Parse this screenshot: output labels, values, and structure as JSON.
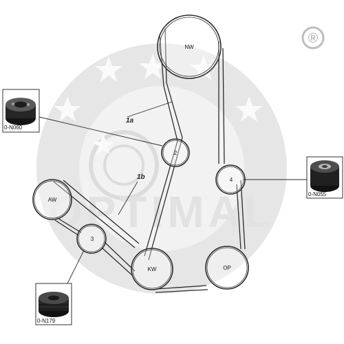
{
  "registered_mark": "®",
  "watermark": {
    "stars": 6,
    "brand_text": "OPTIMAL"
  },
  "pulleys": [
    {
      "id": "nw",
      "label": "NW"
    },
    {
      "id": "p2",
      "label": "2"
    },
    {
      "id": "p4",
      "label": "4"
    },
    {
      "id": "aw",
      "label": "AW"
    },
    {
      "id": "p3",
      "label": "3"
    },
    {
      "id": "kw",
      "label": "KW"
    },
    {
      "id": "op",
      "label": "OP"
    }
  ],
  "belt_labels": [
    {
      "id": "belt-1a",
      "text": "1a"
    },
    {
      "id": "belt-1b",
      "text": "1b"
    }
  ],
  "parts": [
    {
      "id": "part-0n060",
      "part_number": "0-N060"
    },
    {
      "id": "part-0n055",
      "part_number": "0-N055"
    },
    {
      "id": "part-0n179",
      "part_number": "0-N179"
    }
  ],
  "colors": {
    "line": "#2b2b2b",
    "watermark": "#e3e3e3",
    "part_dark": "#1c1c1c"
  }
}
